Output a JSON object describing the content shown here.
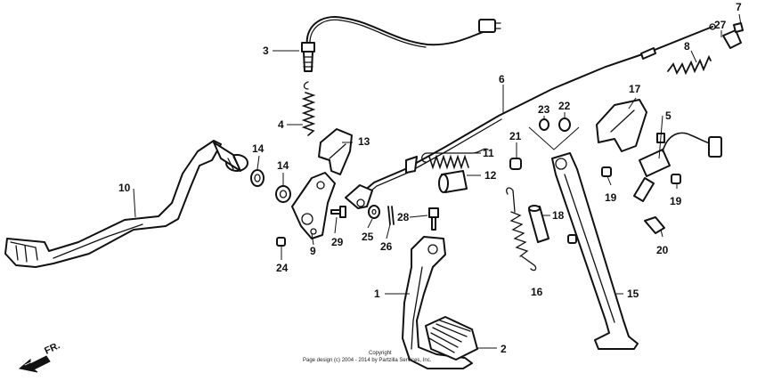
{
  "callouts": [
    {
      "id": "c1",
      "text": "1"
    },
    {
      "id": "c2",
      "text": "2"
    },
    {
      "id": "c3",
      "text": "3"
    },
    {
      "id": "c4",
      "text": "4"
    },
    {
      "id": "c5",
      "text": "5"
    },
    {
      "id": "c6",
      "text": "6"
    },
    {
      "id": "c7",
      "text": "7"
    },
    {
      "id": "c8",
      "text": "8"
    },
    {
      "id": "c9",
      "text": "9"
    },
    {
      "id": "c10",
      "text": "10"
    },
    {
      "id": "c11",
      "text": "11"
    },
    {
      "id": "c12",
      "text": "12"
    },
    {
      "id": "c13",
      "text": "13"
    },
    {
      "id": "c14a",
      "text": "14"
    },
    {
      "id": "c14b",
      "text": "14"
    },
    {
      "id": "c15",
      "text": "15"
    },
    {
      "id": "c16",
      "text": "16"
    },
    {
      "id": "c17",
      "text": "17"
    },
    {
      "id": "c18",
      "text": "18"
    },
    {
      "id": "c19a",
      "text": "19"
    },
    {
      "id": "c19b",
      "text": "19"
    },
    {
      "id": "c20",
      "text": "20"
    },
    {
      "id": "c21",
      "text": "21"
    },
    {
      "id": "c22",
      "text": "22"
    },
    {
      "id": "c23",
      "text": "23"
    },
    {
      "id": "c24",
      "text": "24"
    },
    {
      "id": "c25",
      "text": "25"
    },
    {
      "id": "c26",
      "text": "26"
    },
    {
      "id": "c27",
      "text": "27"
    },
    {
      "id": "c28",
      "text": "28"
    },
    {
      "id": "c29",
      "text": "29"
    }
  ],
  "direction_label": "FR.",
  "copyright_line1": "Copyright",
  "copyright_line2": "Page design (c) 2004 - 2014 by Partzilla Services, Inc."
}
